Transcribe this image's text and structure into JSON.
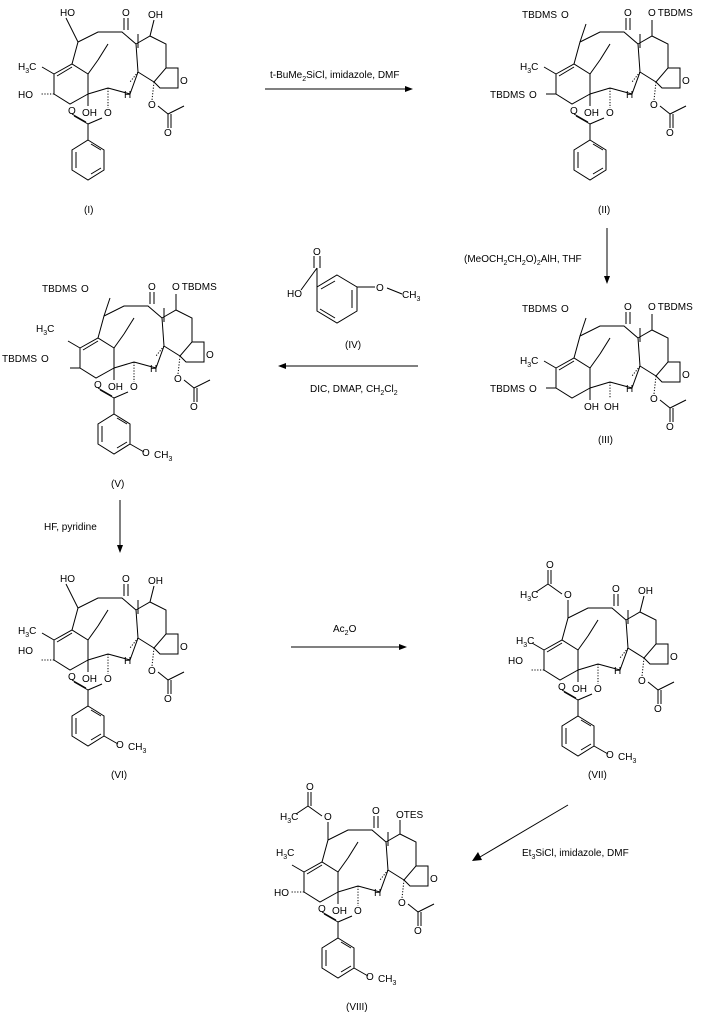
{
  "compounds": [
    {
      "label": "(I)",
      "variant": "triol_bz"
    },
    {
      "label": "(II)",
      "variant": "tbdms_bz"
    },
    {
      "label": "(III)",
      "variant": "tbdms_oh"
    },
    {
      "label": "(IV)"
    },
    {
      "label": "(V)",
      "variant": "tbdms_mbz"
    },
    {
      "label": "(VI)",
      "variant": "triol_mbz"
    },
    {
      "label": "(VII)",
      "variant": "ac_mbz"
    },
    {
      "label": "(VIII)",
      "variant": "ac_tes"
    }
  ],
  "reagents": [
    "t-BuMe",
    "2",
    "SiCl, imidazole, DMF",
    "(MeOCH",
    "2",
    "CH",
    "2",
    "O)",
    "2",
    "AlH, THF",
    "DIC, DMAP, CH",
    "2",
    "Cl",
    "2",
    "HF, pyridine",
    "Ac",
    "2",
    "O",
    "Et",
    "3",
    "SiCl, imidazole, DMF"
  ],
  "atoms": {
    "ho": "HO",
    "oh": "OH",
    "o": "O",
    "h": "H",
    "h3c": "H",
    "three": "3",
    "c": "C",
    "ch3": "CH",
    "tbdms": "TBDMS",
    "otes": "OTES"
  },
  "colors": {
    "ink": "#000000",
    "background": "#ffffff"
  }
}
